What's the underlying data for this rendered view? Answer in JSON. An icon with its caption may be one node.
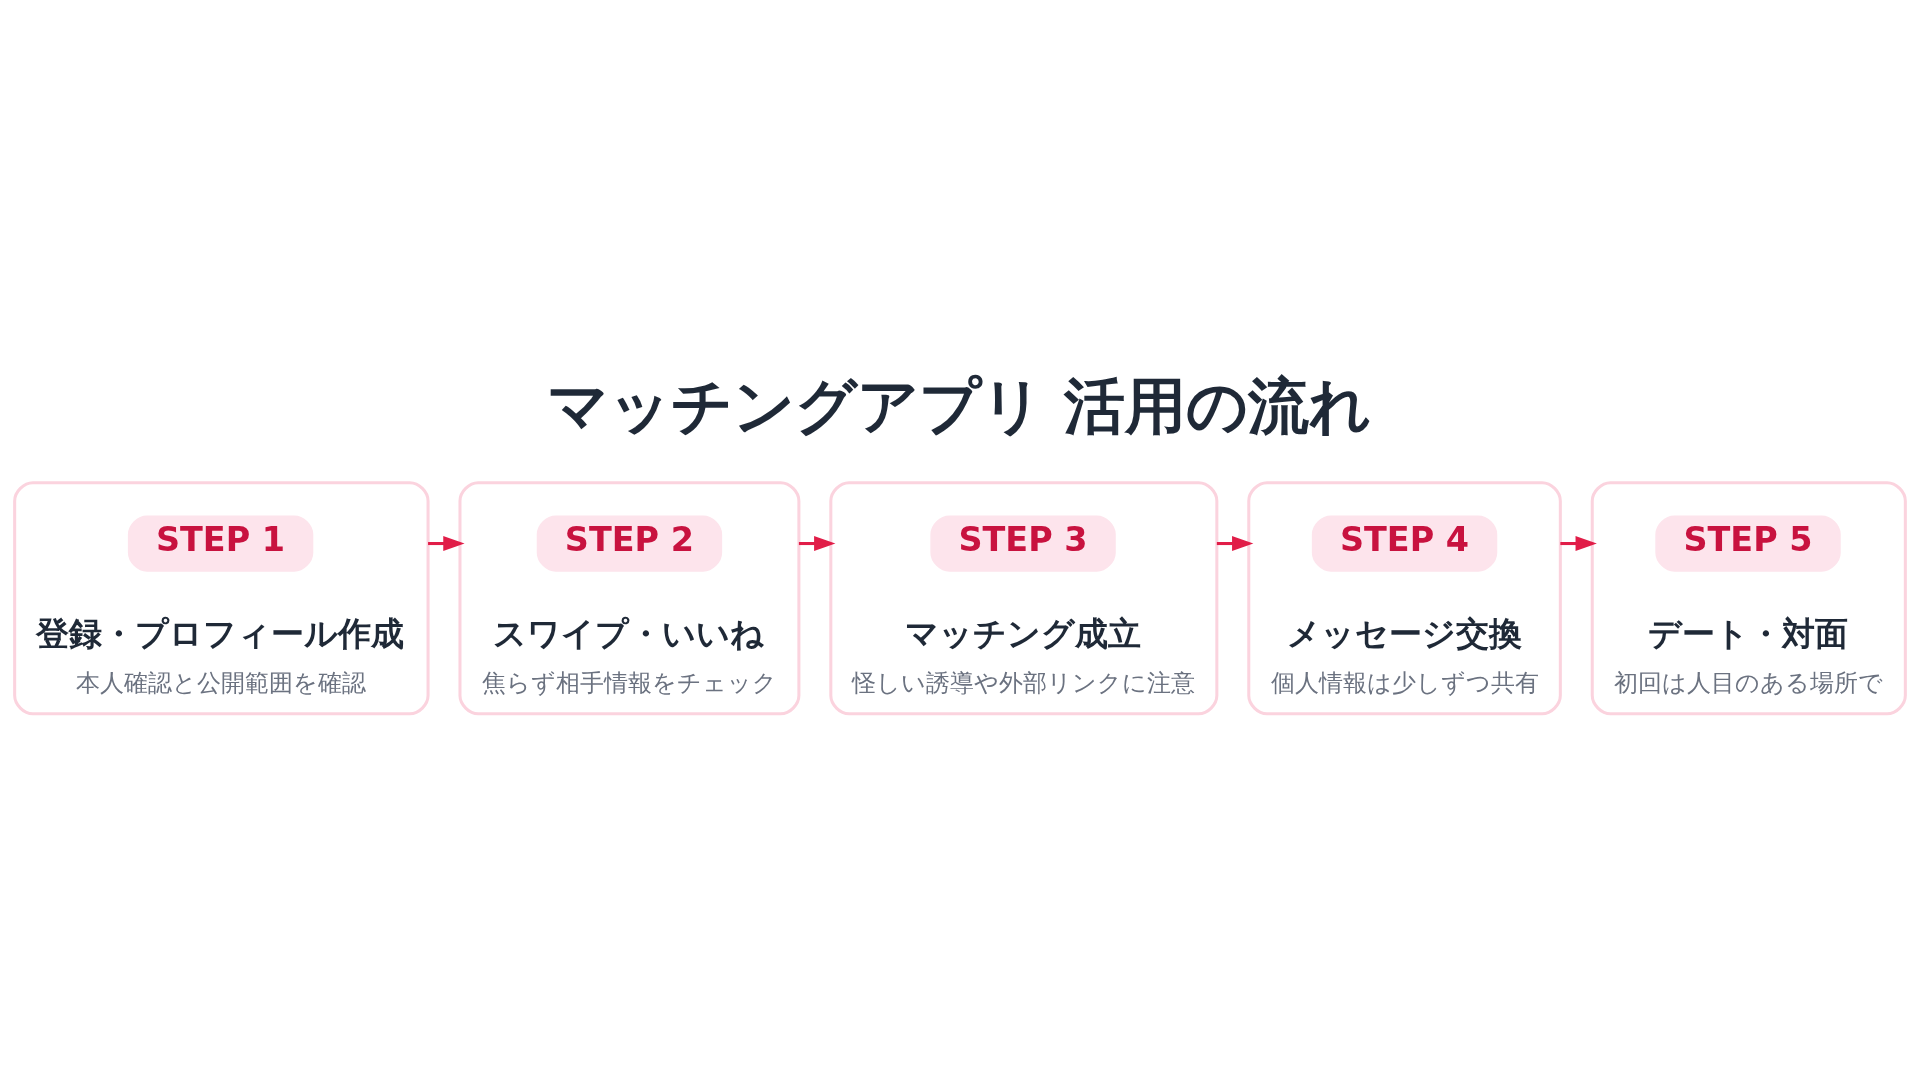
{
  "diagram": {
    "title": "マッチングアプリ 活用の流れ",
    "nodes": [
      {
        "text": [
          "登録・プロフィール作成",
          "本人確認と公開範囲を確認"
        ]
      },
      {
        "text": [
          "STEP 1"
        ],
        "in": 0
      },
      {
        "text": [
          "スワイプ・いいね",
          "焦らず相手情報をチェック"
        ]
      },
      {
        "text": [
          "STEP 2"
        ],
        "in": 2
      },
      {
        "text": [
          "マッチング成立",
          "怪しい誘導や外部リンクに注意"
        ]
      },
      {
        "text": [
          "STEP 3"
        ],
        "in": 4
      },
      {
        "text": [
          "メッセージ交換",
          "個人情報は少しずつ共有"
        ]
      },
      {
        "text": [
          "STEP 4"
        ],
        "in": 6
      },
      {
        "text": [
          "デート・対面",
          "初回は人目のある場所で"
        ]
      },
      {
        "text": [
          "STEP 5"
        ],
        "in": 8
      }
    ],
    "edges": [
      {
        "from": 0,
        "to": 2,
        "arrow": "to"
      },
      {
        "from": 2,
        "to": 4,
        "arrow": "to"
      },
      {
        "from": 4,
        "to": 6,
        "arrow": "to"
      },
      {
        "from": 6,
        "to": 8,
        "arrow": "to"
      }
    ]
  }
}
